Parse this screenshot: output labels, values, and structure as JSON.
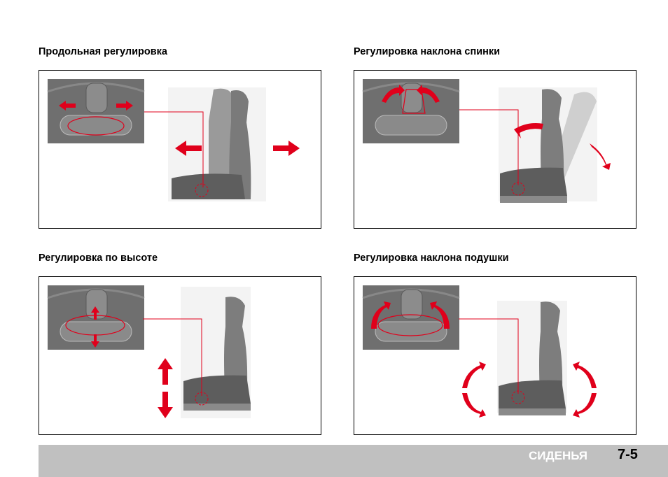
{
  "sections": [
    {
      "title": "Продольная регулировка"
    },
    {
      "title": "Регулировка наклона спинки"
    },
    {
      "title": "Регулировка по высоте"
    },
    {
      "title": "Регулировка наклона подушки"
    }
  ],
  "footer": {
    "section": "СИДЕНЬЯ",
    "page": "7-5"
  },
  "colors": {
    "accent": "#e0001b",
    "footer_bg": "#c0c0c0"
  }
}
